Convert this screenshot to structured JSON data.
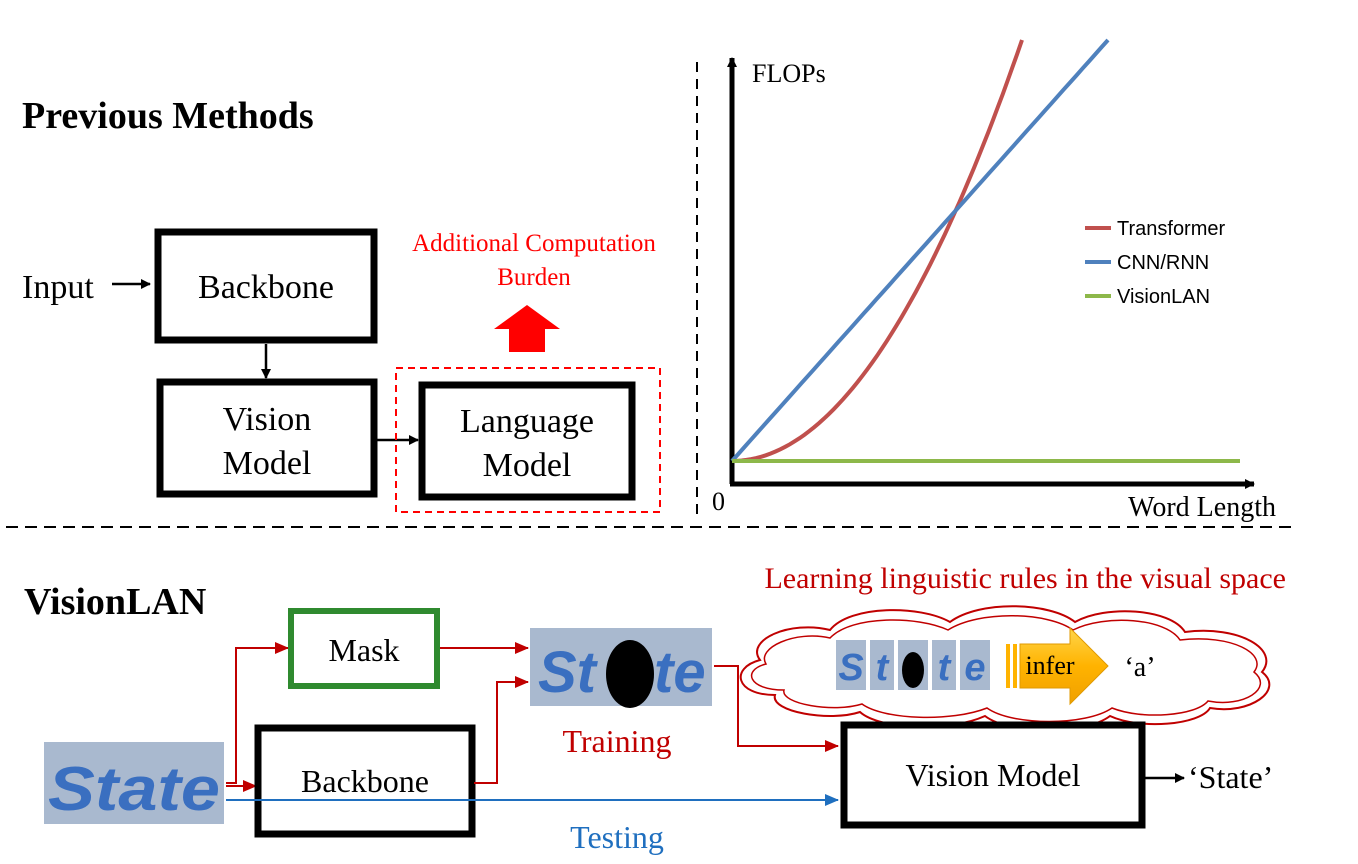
{
  "top": {
    "heading": "Previous Methods",
    "input_label": "Input",
    "backbone_label": "Backbone",
    "vision_model_line1": "Vision",
    "vision_model_line2": "Model",
    "language_model_line1": "Language",
    "language_model_line2": "Model",
    "annotation_line1": "Additional Computation",
    "annotation_line2": "Burden"
  },
  "colors": {
    "red_annotation": "#ff0000",
    "dark_red": "#c00000",
    "blue": "#1f6fbf",
    "green_box": "#2f8a2f",
    "transformer": "#c0504d",
    "cnn_rnn": "#4f81bd",
    "visionlan": "#8db84a",
    "stamp_bg": "#a9b9cf",
    "stamp_text": "#3a6fc0"
  },
  "chart_data": {
    "type": "line",
    "title": "",
    "ylabel": "FLOPs",
    "xlabel": "Word Length",
    "origin_label": "0",
    "grid": false,
    "legend_placement": "right",
    "series": [
      {
        "name": "Transformer",
        "shape": "quadratic"
      },
      {
        "name": "CNN/RNN",
        "shape": "linear"
      },
      {
        "name": "VisionLAN",
        "shape": "constant"
      }
    ]
  },
  "bottom": {
    "heading": "VisionLAN",
    "mask_label": "Mask",
    "backbone_label": "Backbone",
    "vision_model_label": "Vision Model",
    "output_label": "‘State’",
    "training_label": "Training",
    "testing_label": "Testing",
    "cloud_caption": "Learning linguistic rules in the visual space",
    "infer_label": "infer",
    "predicted_char": "‘a’",
    "input_word": "State",
    "masked_word_part1": "St",
    "masked_word_part2": "te",
    "cloud_chars": [
      "S",
      "t",
      "t",
      "e"
    ]
  }
}
